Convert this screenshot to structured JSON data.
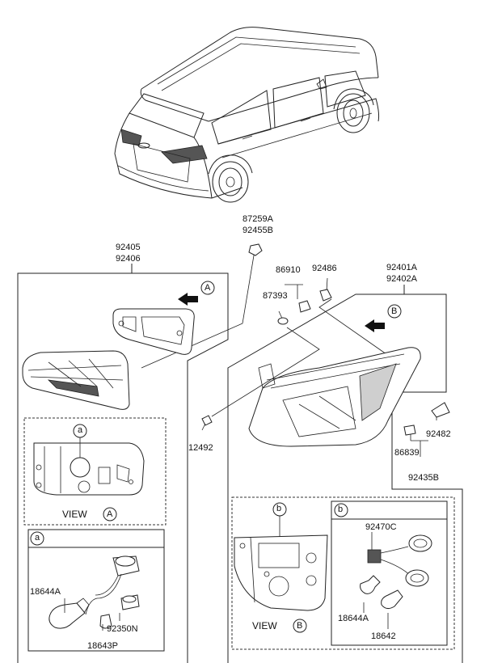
{
  "labels": {
    "p87259A": "87259A",
    "p92455B": "92455B",
    "p92405": "92405",
    "p92406": "92406",
    "p86910": "86910",
    "p92486": "92486",
    "p87393": "87393",
    "p92401A": "92401A",
    "p92402A": "92402A",
    "p12492": "12492",
    "p92482": "92482",
    "p86839": "86839",
    "p92435B": "92435B",
    "p92470C": "92470C",
    "p18644A_left": "18644A",
    "p92350N": "92350N",
    "p18643P": "18643P",
    "p18644A_right": "18644A",
    "p18642": "18642"
  },
  "callouts": {
    "view_a_arrow": "A",
    "view_b_arrow": "B",
    "a_marker_view": "a",
    "a_header": "a",
    "b_marker_view": "b",
    "b_header": "b",
    "view_a_text": "VIEW",
    "view_a_letter": "A",
    "view_b_text": "VIEW",
    "view_b_letter": "B"
  },
  "icons": [
    "suv-vehicle-icon",
    "tail-lamp-icon",
    "bulb-icon",
    "socket-icon",
    "screw-icon",
    "nut-icon",
    "arrow-icon"
  ]
}
